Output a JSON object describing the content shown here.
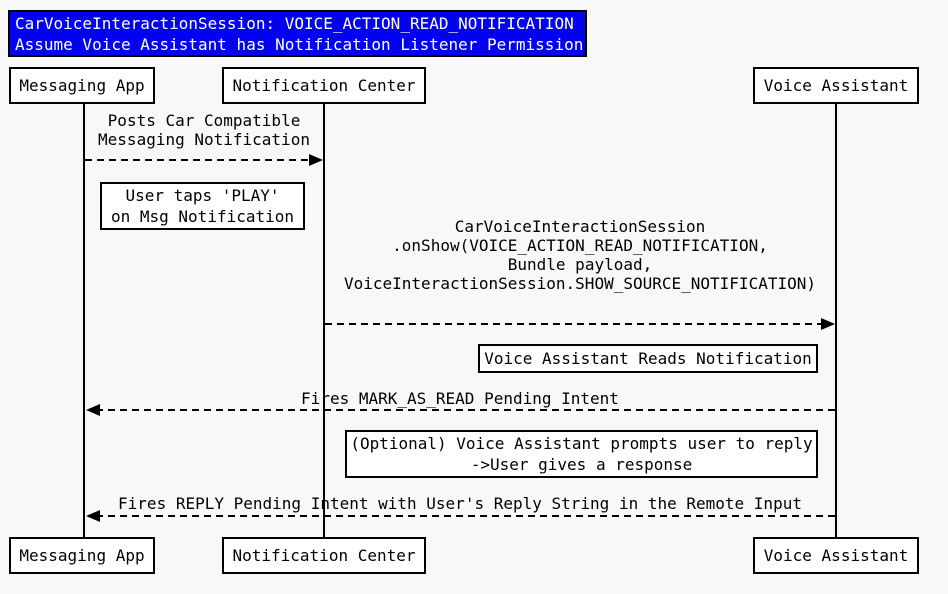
{
  "colors": {
    "page_bg": "#f8f8f8",
    "title_bg": "#0202f0",
    "title_fg": "#ffffff",
    "box_bg": "#ffffff",
    "box_border": "#000000",
    "line_color": "#000000",
    "text_color": "#000000"
  },
  "diagram": {
    "type": "uml-sequence",
    "title": {
      "line1": "CarVoiceInteractionSession: VOICE_ACTION_READ_NOTIFICATION",
      "line2": "Assume Voice Assistant has Notification Listener Permission"
    },
    "participants": [
      {
        "id": "messaging-app",
        "label": "Messaging App"
      },
      {
        "id": "notification-center",
        "label": "Notification Center"
      },
      {
        "id": "voice-assistant",
        "label": "Voice Assistant"
      }
    ],
    "messages": [
      {
        "from": "Messaging App",
        "to": "Notification Center",
        "style": "dashed",
        "direction": "right",
        "lines": [
          "Posts Car Compatible",
          "Messaging Notification"
        ]
      },
      {
        "from": "Notification Center",
        "to": "Voice Assistant",
        "style": "dashed",
        "direction": "right",
        "lines": [
          "CarVoiceInteractionSession",
          ".onShow(VOICE_ACTION_READ_NOTIFICATION,",
          "Bundle payload,",
          "VoiceInteractionSession.SHOW_SOURCE_NOTIFICATION)"
        ]
      },
      {
        "from": "Voice Assistant",
        "to": "Messaging App",
        "style": "dashed",
        "direction": "left",
        "lines": [
          "Fires MARK_AS_READ Pending Intent"
        ]
      },
      {
        "from": "Voice Assistant",
        "to": "Messaging App",
        "style": "dashed",
        "direction": "left",
        "lines": [
          "Fires REPLY Pending Intent with User's Reply String in the Remote Input"
        ]
      }
    ],
    "notes": [
      {
        "lines": [
          "User taps 'PLAY'",
          "on Msg Notification"
        ]
      },
      {
        "lines": [
          "Voice Assistant Reads Notification"
        ]
      },
      {
        "lines": [
          "(Optional) Voice Assistant prompts user to reply",
          "->User gives a response"
        ]
      }
    ]
  }
}
